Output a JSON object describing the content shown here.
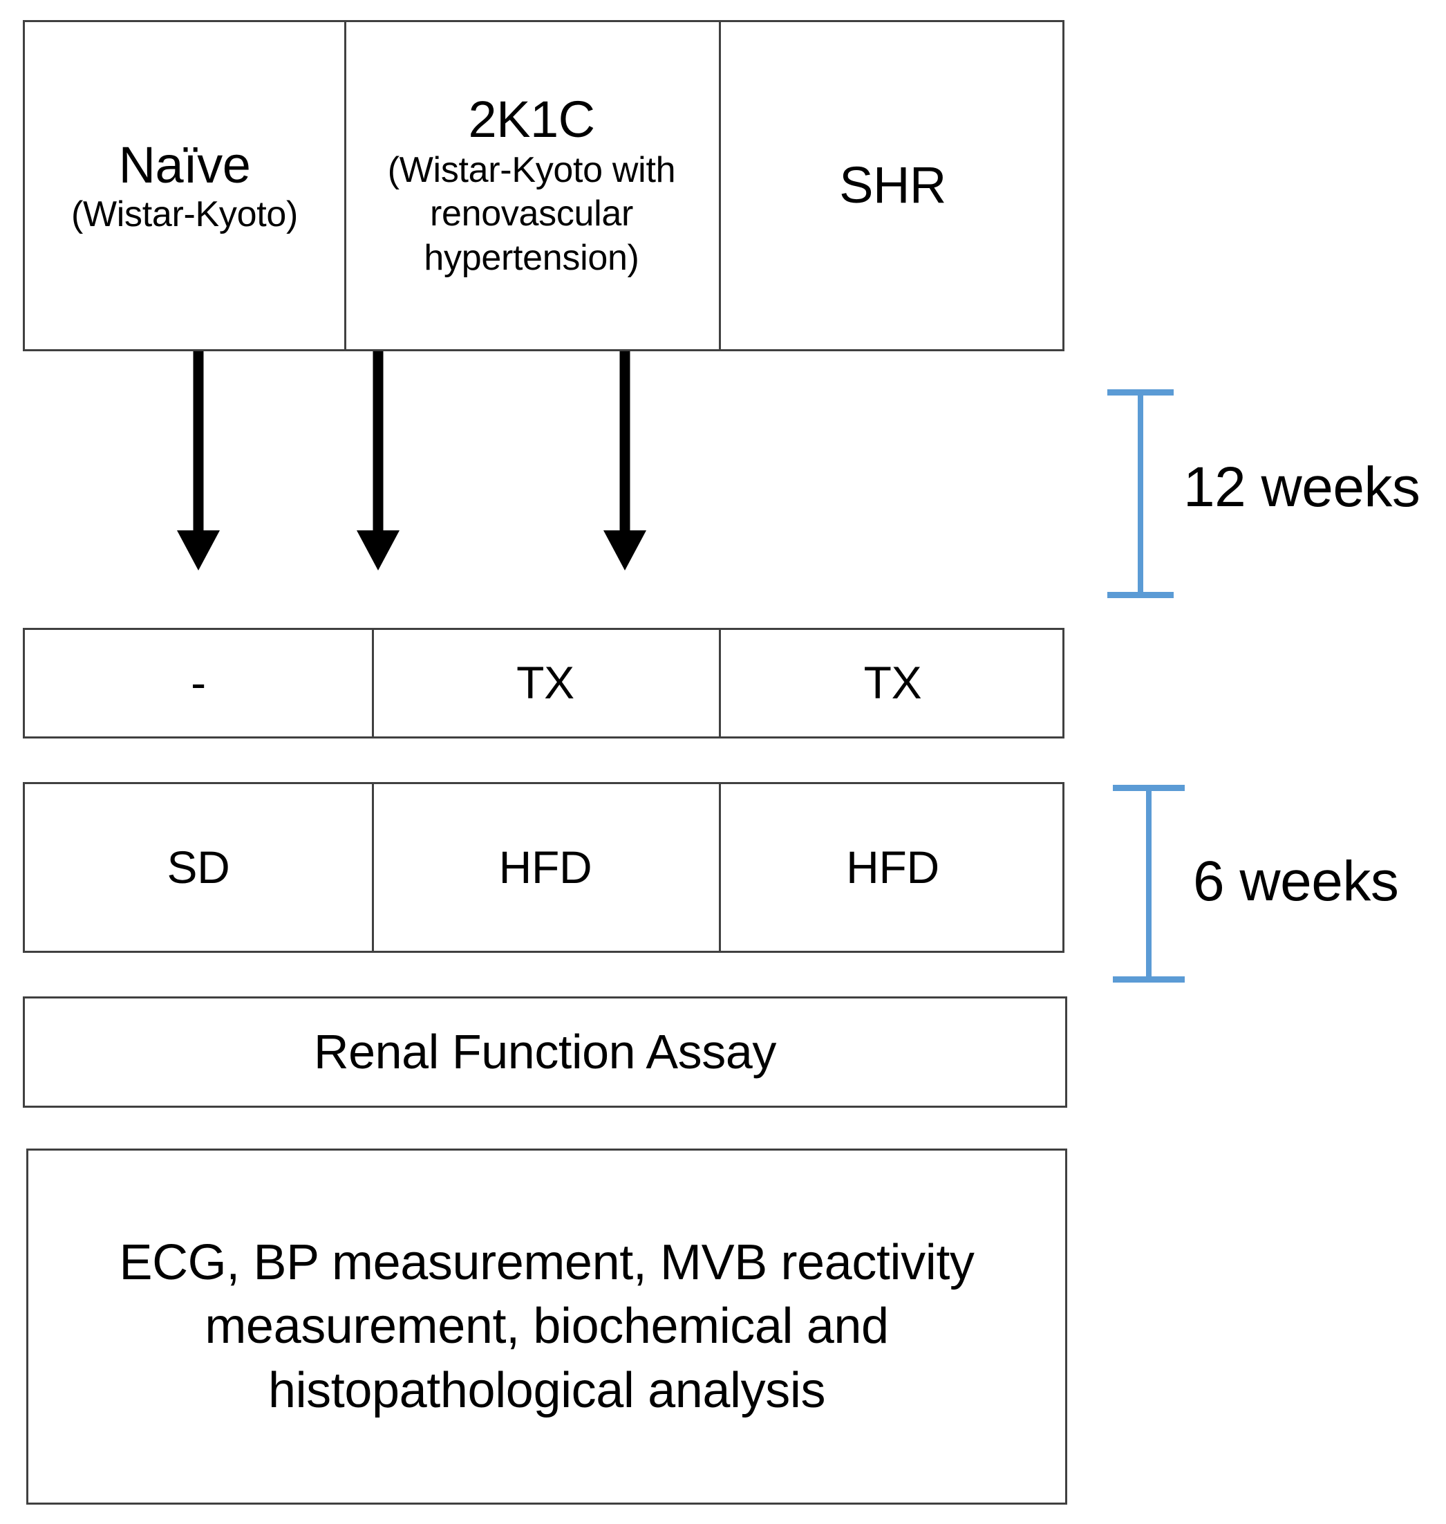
{
  "figure": {
    "type": "experimental-design-flowchart",
    "colors": {
      "box_border": "#404040",
      "arrow": "#000000",
      "bracket_blue": "#5B9BD5",
      "text": "#000000",
      "background": "#FFFFFF"
    }
  },
  "groups": {
    "row_label": "animal-groups",
    "columns": [
      {
        "title": "Naïve",
        "subtitle": "(Wistar-Kyoto)"
      },
      {
        "title": "2K1C",
        "subtitle": "(Wistar-Kyoto with renovascular hypertension)"
      },
      {
        "title": "SHR",
        "subtitle": ""
      }
    ]
  },
  "arrows": {
    "count": 3,
    "direction": "down",
    "names": [
      "arrow-naive",
      "arrow-2k1c",
      "arrow-shr"
    ]
  },
  "treatment": {
    "row_label": "treatment-row",
    "cells": [
      "-",
      "TX",
      "TX"
    ]
  },
  "diet": {
    "row_label": "diet-row",
    "cells": [
      "SD",
      "HFD",
      "HFD"
    ]
  },
  "assay": {
    "label": "Renal Function Assay"
  },
  "analysis": {
    "label": "ECG, BP measurement, MVB reactivity measurement, biochemical and histopathological analysis"
  },
  "durations": [
    {
      "name": "duration-12-weeks",
      "label": "12 weeks",
      "spans": "groups-to-treatment"
    },
    {
      "name": "duration-6-weeks",
      "label": "6 weeks",
      "spans": "diet-row"
    }
  ]
}
